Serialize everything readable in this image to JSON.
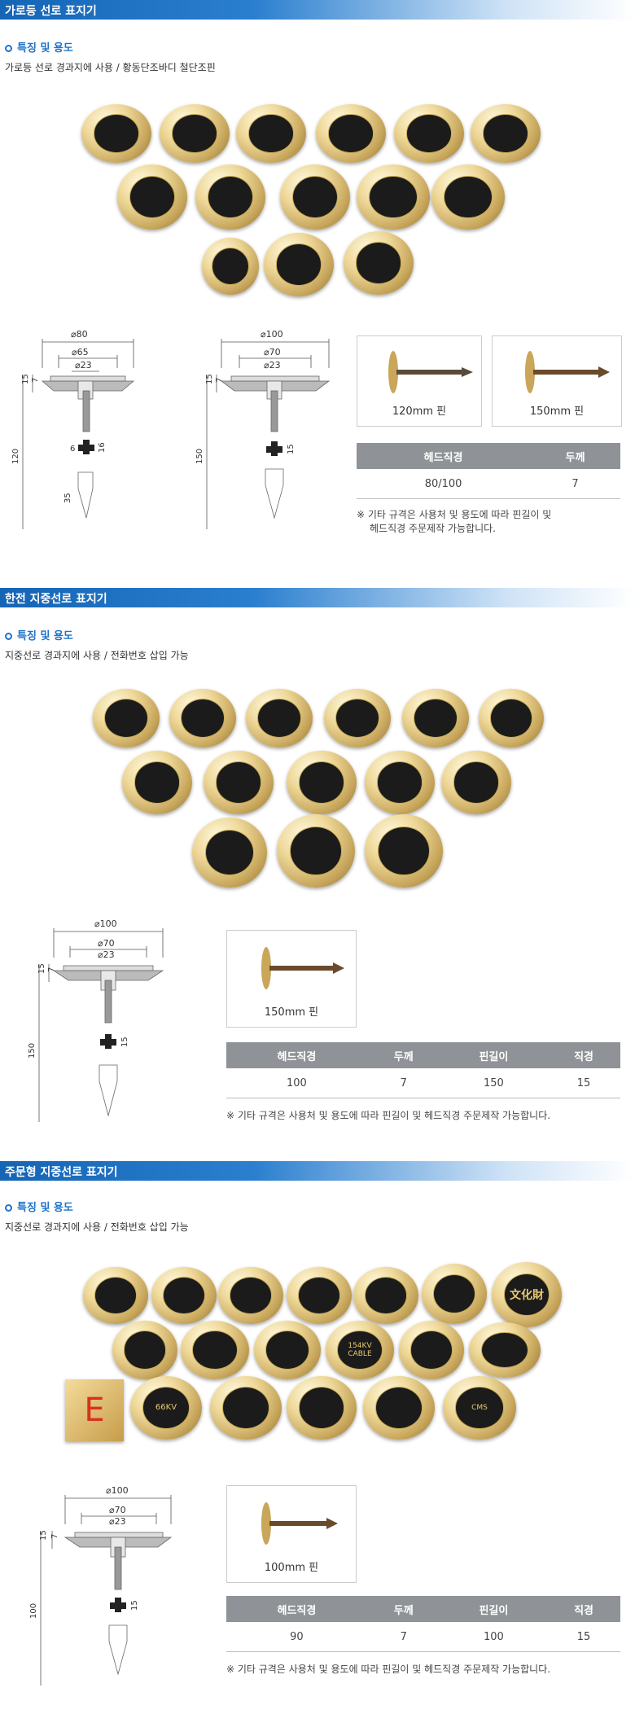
{
  "section1": {
    "title": "가로등 선로 표지기",
    "feature_heading": "특징 및 용도",
    "description": "가로등 선로 경과지에 사용 / 황동단조바디 철단조핀",
    "drawing_a": {
      "outer_dia": "⌀80",
      "mid_dia": "⌀65",
      "inner_dia": "⌀23",
      "dim_15": "15",
      "dim_7": "7",
      "total": "120",
      "dim_6": "6",
      "dim_16": "16",
      "dim_35": "35"
    },
    "drawing_b": {
      "outer_dia": "⌀100",
      "mid_dia": "⌀70",
      "inner_dia": "⌀23",
      "dim_15": "15",
      "dim_7": "7",
      "total": "150",
      "dim_15b": "15"
    },
    "pins": [
      {
        "label": "120mm 핀"
      },
      {
        "label": "150mm 핀"
      }
    ],
    "table": {
      "headers": [
        "헤드직경",
        "두께"
      ],
      "row": [
        "80/100",
        "7"
      ]
    },
    "note_line1": "※ 기타 규격은 사용처 및 용도에 따라 핀길이 및",
    "note_line2": "헤드직경 주문제작 가능합니다."
  },
  "section2": {
    "title": "한전 지중선로 표지기",
    "feature_heading": "특징 및 용도",
    "description": "지중선로 경과지에 사용 / 전화번호 삽입 가능",
    "drawing": {
      "outer_dia": "⌀100",
      "mid_dia": "⌀70",
      "inner_dia": "⌀23",
      "dim_15": "15",
      "dim_7": "7",
      "total": "150",
      "dim_15b": "15"
    },
    "pin": {
      "label": "150mm 핀"
    },
    "table": {
      "headers": [
        "헤드직경",
        "두께",
        "핀길이",
        "직경"
      ],
      "row": [
        "100",
        "7",
        "150",
        "15"
      ]
    },
    "note": "※ 기타 규격은 사용처 및 용도에 따라 핀길이 및 헤드직경 주문제작 가능합니다."
  },
  "section3": {
    "title": "주문형 지중선로 표지기",
    "feature_heading": "특징 및 용도",
    "description": "지중선로 경과지에 사용 / 전화번호 삽입 가능",
    "drawing": {
      "outer_dia": "⌀100",
      "mid_dia": "⌀70",
      "inner_dia": "⌀23",
      "dim_15": "15",
      "dim_7": "7",
      "total": "100",
      "dim_15b": "15"
    },
    "pin": {
      "label": "100mm 핀"
    },
    "table": {
      "headers": [
        "헤드직경",
        "두께",
        "핀길이",
        "직경"
      ],
      "row": [
        "90",
        "7",
        "100",
        "15"
      ]
    },
    "note": "※ 기타 규격은 사용처 및 용도에 따라 핀길이 및 헤드직경 주문제작 가능합니다.",
    "marker_texts": {
      "bunka": "文化財",
      "letter": "E",
      "kv66": "66KV",
      "kv154": "154KV",
      "cable": "CABLE",
      "cms": "CMS"
    }
  }
}
